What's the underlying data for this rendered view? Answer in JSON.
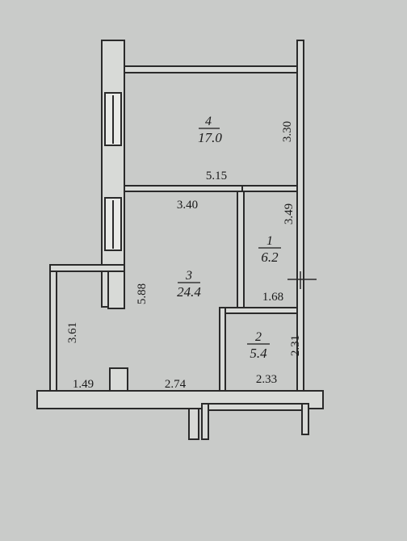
{
  "colors": {
    "background": "#c9cbc9",
    "wall": "#2a2a2a",
    "wall_fill": "#d8dad7"
  },
  "rooms": [
    {
      "number": "4",
      "area": "17.0"
    },
    {
      "number": "3",
      "area": "24.4"
    },
    {
      "number": "1",
      "area": "6.2"
    },
    {
      "number": "2",
      "area": "5.4"
    }
  ],
  "dimensions": {
    "room4_height": "3.30",
    "room4_width": "5.15",
    "room3_top_width": "3.40",
    "room1_height": "3.49",
    "room3_height": "5.88",
    "room1_width": "1.68",
    "balcony_height": "3.61",
    "room2_height": "2.31",
    "balcony_width": "1.49",
    "room3_bottom_width": "2.74",
    "room2_width": "2.33"
  }
}
